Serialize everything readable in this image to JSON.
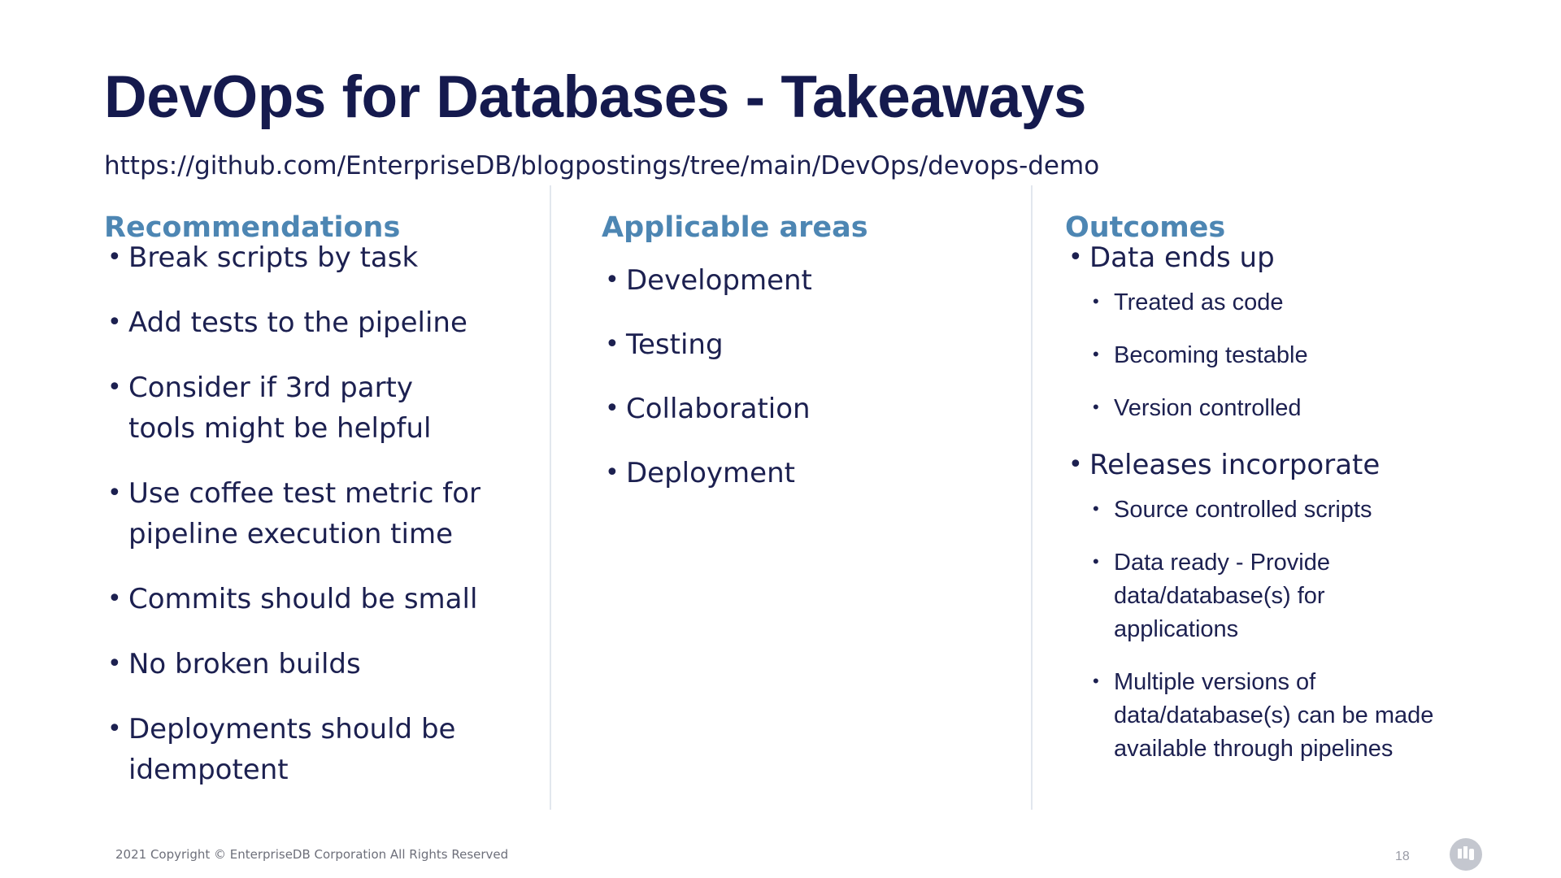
{
  "slide": {
    "title": "DevOps for Databases - Takeaways",
    "url": "https://github.com/EnterpriseDB/blogpostings/tree/main/DevOps/devops-demo"
  },
  "columns": {
    "recommendations": {
      "heading": "Recommendations",
      "items": [
        "Break scripts by task",
        "Add tests to the pipeline",
        "Consider if 3rd party tools might be helpful",
        "Use coffee test metric for pipeline execution time",
        "Commits should be small",
        "No broken builds",
        "Deployments should be idempotent"
      ]
    },
    "applicable_areas": {
      "heading": "Applicable areas",
      "items": [
        "Development",
        "Testing",
        "Collaboration",
        "Deployment"
      ]
    },
    "outcomes": {
      "heading": "Outcomes",
      "items": [
        {
          "label": "Data ends up",
          "subitems": [
            "Treated as code",
            "Becoming testable",
            "Version controlled"
          ]
        },
        {
          "label": "Releases incorporate",
          "subitems": [
            "Source controlled scripts",
            "Data ready - Provide data/database(s) for applications",
            "Multiple versions of data/database(s) can be made available through pipelines"
          ]
        }
      ]
    }
  },
  "footer": {
    "copyright": "2021 Copyright © EnterpriseDB Corporation All Rights Reserved",
    "page_number": "18",
    "logo_icon": "edb-logo-icon"
  },
  "colors": {
    "title": "#151a4e",
    "heading": "#4d86b3",
    "body": "#1c2050",
    "divider": "#e2e7ee"
  }
}
